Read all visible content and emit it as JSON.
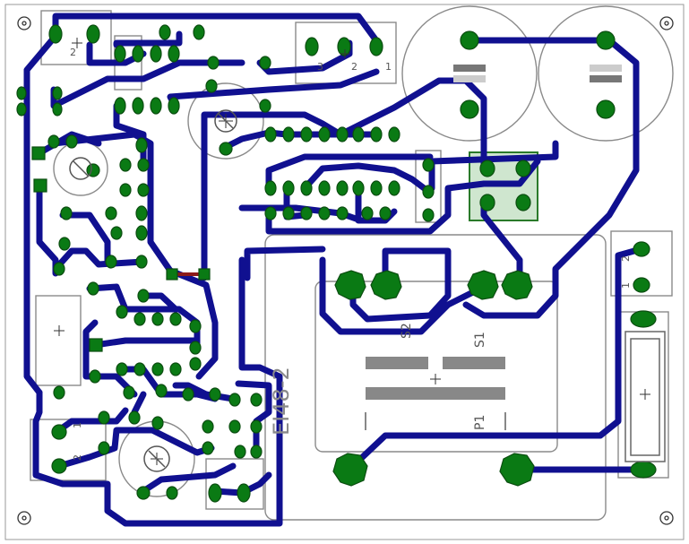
{
  "colors": {
    "background": "#ffffff",
    "trace": "#101090",
    "pad": "#0a7a14",
    "pad_outline": "#0b4d10",
    "silkscreen": "#8a8a8a",
    "silk_dark": "#555555",
    "jumper": "#8b1a1a"
  },
  "labels": {
    "transformer_part": "EI48-2",
    "pin_s1": "S1",
    "pin_s2": "S2",
    "pin_p1": "P1",
    "conn_top_1": "1",
    "conn_top_2": "2",
    "conn_top_3": "3",
    "conn_left_2": "2",
    "conn_right_1": "1",
    "conn_right_2": "2",
    "conn_bottom_1": "1",
    "conn_bottom_2": "2"
  },
  "icons": {
    "mount_hole": "crosshair-circle",
    "capacitor": "electrolytic-capacitor",
    "potentiometer": "trimmer-potentiometer",
    "fuse": "fuse-holder"
  }
}
